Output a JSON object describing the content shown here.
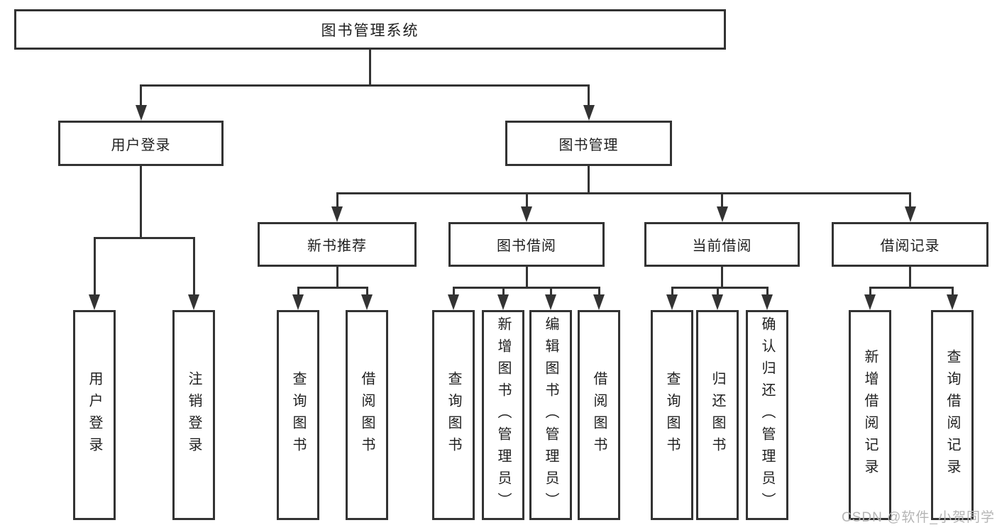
{
  "diagram": {
    "title": "图书管理系统",
    "root": {
      "label": "图书管理系统"
    },
    "level2": [
      {
        "label": "用户登录"
      },
      {
        "label": "图书管理"
      }
    ],
    "level3": [
      {
        "label": "新书推荐"
      },
      {
        "label": "图书借阅"
      },
      {
        "label": "当前借阅"
      },
      {
        "label": "借阅记录"
      }
    ],
    "leaves": {
      "login": [
        "用户登录",
        "注销登录"
      ],
      "newbook": [
        "查询图书",
        "借阅图书"
      ],
      "borrow": [
        "查询图书",
        "新增图书（管理员）",
        "编辑图书（管理员）",
        "借阅图书"
      ],
      "current": [
        "查询图书",
        "归还图书",
        "确认归还（管理员）"
      ],
      "records": [
        "新增借阅记录",
        "查询借阅记录"
      ]
    },
    "watermark": "CSDN @软件_小贺同学",
    "colors": {
      "line": "#333333",
      "text": "#1f1f1f",
      "background": "#ffffff",
      "watermark": "#b5b5b5"
    }
  }
}
